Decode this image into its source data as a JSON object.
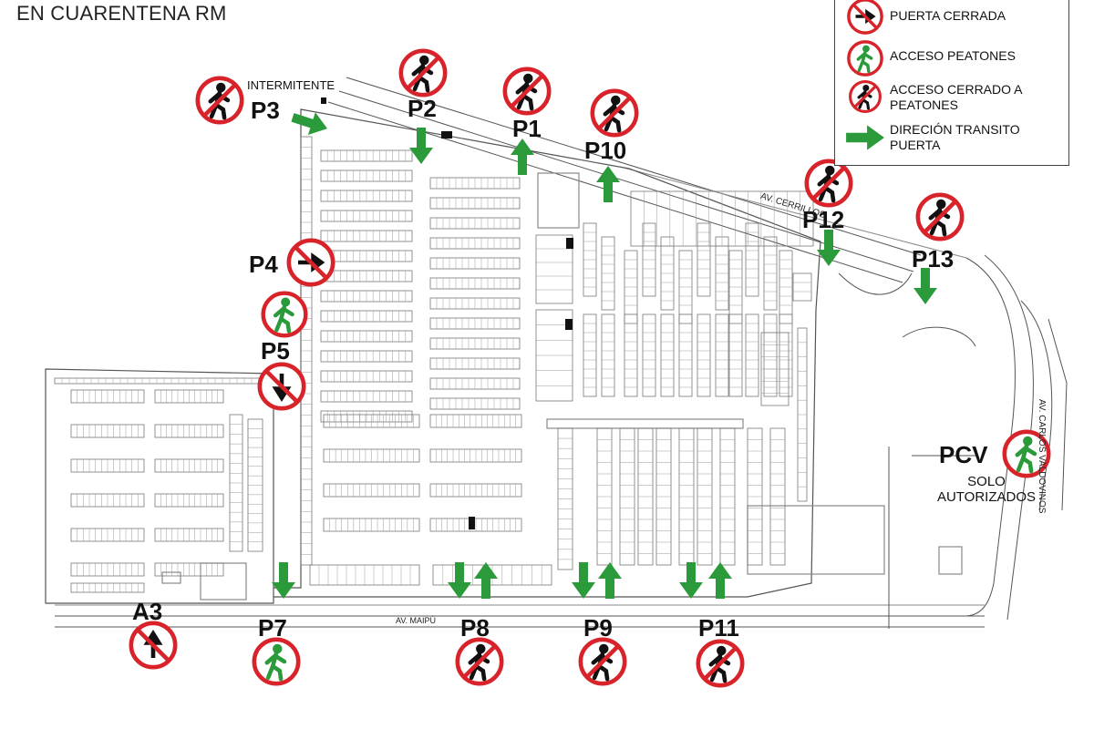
{
  "header": {
    "title": "EN CUARENTENA RM"
  },
  "legend": {
    "items": [
      {
        "icon": "closed-gate-icon",
        "label": "PUERTA CERRADA"
      },
      {
        "icon": "pedestrian-access-icon",
        "label": "ACCESO PEATONES"
      },
      {
        "icon": "no-pedestrian-icon",
        "label": "ACCESO CERRADO A PEATONES"
      },
      {
        "icon": "traffic-direction-arrow-icon",
        "label": "DIRECIÓN TRANSITO PUERTA"
      }
    ]
  },
  "notes": {
    "intermitente": "INTERMITENTE",
    "pcv_note": "SOLO AUTORIZADOS"
  },
  "streets": {
    "maipu": "AV. MAIPÚ",
    "cerrillos": "AV. CERRILLOS",
    "valdovinos": "AV. CARLOS VALDOVINOS"
  },
  "gates": [
    {
      "id": "P1",
      "label": "P1"
    },
    {
      "id": "P2",
      "label": "P2"
    },
    {
      "id": "P3",
      "label": "P3"
    },
    {
      "id": "P4",
      "label": "P4"
    },
    {
      "id": "P5",
      "label": "P5"
    },
    {
      "id": "P7",
      "label": "P7"
    },
    {
      "id": "P8",
      "label": "P8"
    },
    {
      "id": "P9",
      "label": "P9"
    },
    {
      "id": "P10",
      "label": "P10"
    },
    {
      "id": "P11",
      "label": "P11"
    },
    {
      "id": "P12",
      "label": "P12"
    },
    {
      "id": "P13",
      "label": "P13"
    },
    {
      "id": "PCV",
      "label": "PCV"
    },
    {
      "id": "A3",
      "label": "A3"
    }
  ],
  "colors": {
    "red": "#d8232a",
    "green": "#2a9a3a",
    "line": "#555555"
  }
}
